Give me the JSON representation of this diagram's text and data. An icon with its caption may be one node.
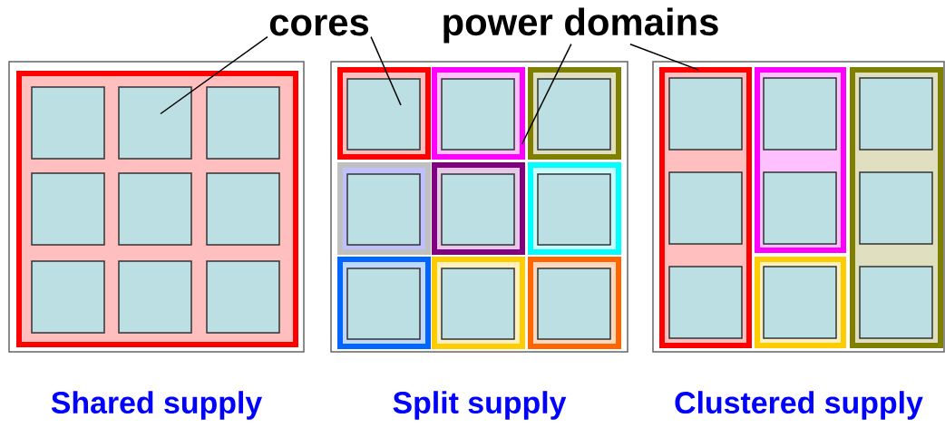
{
  "diagram": {
    "nodes": [
      {
        "text": [
          "cores"
        ]
      },
      {
        "text": [
          "power domains"
        ]
      },
      {
        "text": [],
        "shape": "box",
        "beside": [
          "Shared supply"
        ]
      },
      {
        "text": [],
        "shape": "box",
        "in": 2
      },
      {
        "text": [],
        "shape": "box",
        "in": 3
      },
      {
        "text": [],
        "shape": "box",
        "in": 3
      },
      {
        "text": [],
        "shape": "box",
        "in": 3
      },
      {
        "text": [],
        "shape": "box",
        "in": 3
      },
      {
        "text": [],
        "shape": "box",
        "in": 3
      },
      {
        "text": [],
        "shape": "box",
        "in": 3
      },
      {
        "text": [],
        "shape": "box",
        "in": 3
      },
      {
        "text": [],
        "shape": "box",
        "in": 3
      },
      {
        "text": [],
        "shape": "box",
        "in": 3
      },
      {
        "text": [],
        "shape": "box",
        "beside": [
          "Split supply"
        ]
      },
      {
        "text": [],
        "shape": "box",
        "in": 13
      },
      {
        "text": [],
        "shape": "box",
        "in": 14
      },
      {
        "text": [],
        "shape": "box",
        "in": 13
      },
      {
        "text": [],
        "shape": "box",
        "in": 16
      },
      {
        "text": [],
        "shape": "box",
        "in": 13
      },
      {
        "text": [],
        "shape": "box",
        "in": 18
      },
      {
        "text": [],
        "shape": "box",
        "in": 13
      },
      {
        "text": [],
        "shape": "box",
        "in": 20
      },
      {
        "text": [],
        "shape": "box",
        "in": 13
      },
      {
        "text": [],
        "shape": "box",
        "in": 22
      },
      {
        "text": [],
        "shape": "box",
        "in": 13
      },
      {
        "text": [],
        "shape": "box",
        "in": 24
      },
      {
        "text": [],
        "shape": "box",
        "in": 13
      },
      {
        "text": [],
        "shape": "box",
        "in": 26
      },
      {
        "text": [],
        "shape": "box",
        "in": 13
      },
      {
        "text": [],
        "shape": "box",
        "in": 28
      },
      {
        "text": [],
        "shape": "box",
        "in": 13
      },
      {
        "text": [],
        "shape": "box",
        "in": 30
      },
      {
        "text": [],
        "shape": "box",
        "beside": [
          "Clustered supply"
        ]
      },
      {
        "text": [],
        "shape": "box",
        "in": 32
      },
      {
        "text": [],
        "shape": "box",
        "in": 33
      },
      {
        "text": [],
        "shape": "box",
        "in": 33
      },
      {
        "text": [],
        "shape": "box",
        "in": 33
      },
      {
        "text": [],
        "shape": "box",
        "in": 32
      },
      {
        "text": [],
        "shape": "box",
        "in": 37
      },
      {
        "text": [],
        "shape": "box",
        "in": 37
      },
      {
        "text": [],
        "shape": "box",
        "in": 32
      },
      {
        "text": [],
        "shape": "box",
        "in": 40
      },
      {
        "text": [],
        "shape": "box",
        "in": 40
      },
      {
        "text": [],
        "shape": "box",
        "in": 40
      },
      {
        "text": [],
        "shape": "box",
        "in": 32
      },
      {
        "text": [],
        "shape": "box",
        "in": 44
      }
    ],
    "edges": [
      {
        "from": 0,
        "to": 5,
        "arrow": "none"
      },
      {
        "from": 0,
        "to": 15,
        "arrow": "none"
      },
      {
        "from": 1,
        "to": 16,
        "arrow": "none"
      },
      {
        "from": 1,
        "to": 33,
        "arrow": "none"
      }
    ]
  }
}
